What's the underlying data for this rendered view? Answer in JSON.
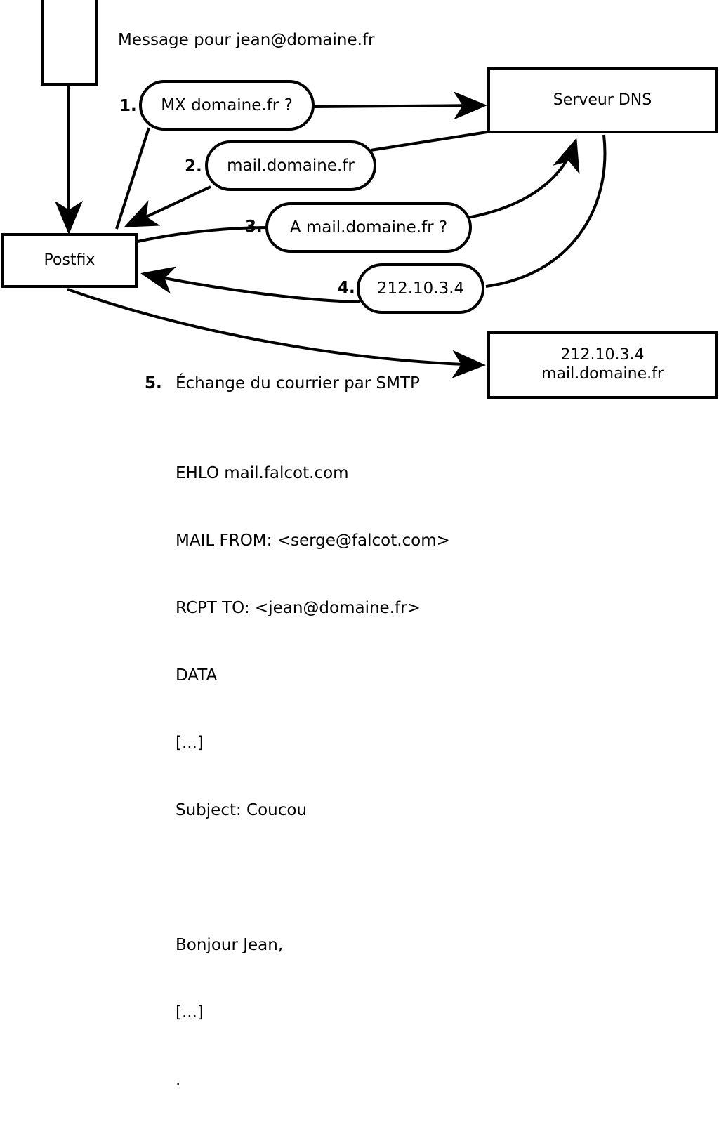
{
  "title": "Message pour jean@domaine.fr",
  "nodes": {
    "client": {
      "label": ""
    },
    "postfix": {
      "label": "Postfix"
    },
    "dns": {
      "label": "Serveur DNS"
    },
    "target": {
      "line1": "212.10.3.4",
      "line2": "mail.domaine.fr"
    }
  },
  "steps": [
    {
      "num": "1.",
      "label": "MX domaine.fr ?"
    },
    {
      "num": "2.",
      "label": "mail.domaine.fr"
    },
    {
      "num": "3.",
      "label": "A mail.domaine.fr ?"
    },
    {
      "num": "4.",
      "label": "212.10.3.4"
    },
    {
      "num": "5.",
      "label": "Échange du courrier par SMTP"
    }
  ],
  "smtp_transcript": [
    "EHLO mail.falcot.com",
    "MAIL FROM: <serge@falcot.com>",
    "RCPT TO: <jean@domaine.fr>",
    "DATA",
    "[...]",
    "Subject: Coucou",
    "",
    "Bonjour Jean,",
    "[...]",
    "."
  ],
  "colors": {
    "stroke": "#000000",
    "background": "#ffffff"
  }
}
